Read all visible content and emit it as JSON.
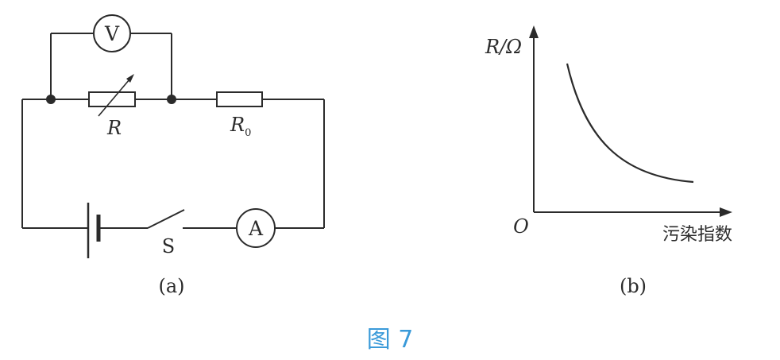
{
  "circuit": {
    "voltmeter_label": "V",
    "ammeter_label": "A",
    "resistor_label": "R",
    "fixed_resistor_label": "R",
    "fixed_resistor_subscript": "0",
    "switch_label": "S",
    "caption": "(a)"
  },
  "graph": {
    "y_axis_label": "R/Ω",
    "x_axis_label": "污染指数",
    "origin_label": "O",
    "caption": "(b)"
  },
  "figure_caption": "图 7",
  "colors": {
    "line": "#2b2b2b",
    "caption_accent": "#3a9ad9"
  }
}
